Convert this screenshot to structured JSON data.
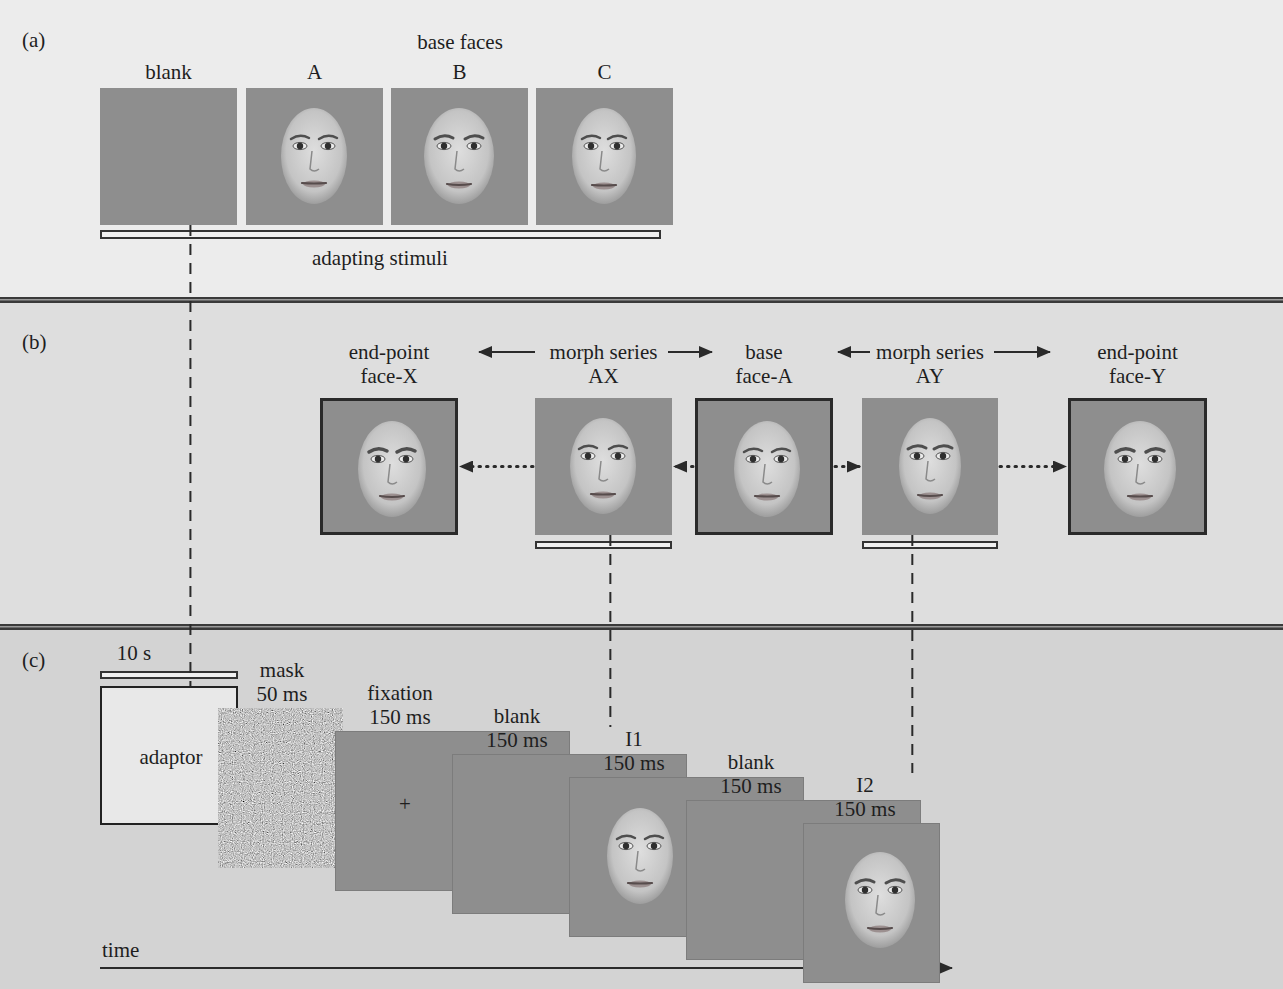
{
  "diagram": {
    "nodes": [
      {
        "text": [
          "blank"
        ]
      },
      {
        "text": [
          "A"
        ]
      },
      {
        "text": [
          "B"
        ]
      },
      {
        "text": [
          "C"
        ]
      },
      {
        "text": [
          "end-point face-X"
        ]
      },
      {
        "text": [
          "morph series",
          "AX"
        ]
      },
      {
        "text": [
          "base face-A"
        ]
      },
      {
        "text": [
          "morph series",
          "AY"
        ]
      },
      {
        "text": [
          "end-point face-Y"
        ]
      },
      {
        "text": [
          "adaptor"
        ]
      },
      {
        "text": [
          "mask",
          "50 ms"
        ]
      },
      {
        "text": [
          "fixation",
          "150 ms",
          "+"
        ]
      },
      {
        "text": [
          "blank",
          "150 ms"
        ]
      },
      {
        "text": [
          "I1",
          "150 ms"
        ]
      },
      {
        "text": [
          "blank",
          "150 ms"
        ]
      },
      {
        "text": [
          "I2",
          "150 ms"
        ]
      }
    ],
    "edges": [
      {
        "from": 6,
        "to": 5,
        "arrow": "to"
      },
      {
        "from": 5,
        "to": 4,
        "arrow": "to"
      },
      {
        "from": 6,
        "to": 7,
        "arrow": "to"
      },
      {
        "from": 7,
        "to": 8,
        "arrow": "to"
      },
      {
        "from": 0,
        "to": 9,
        "arrow": "none"
      },
      {
        "from": 5,
        "to": 13,
        "arrow": "none"
      },
      {
        "from": 7,
        "to": 15,
        "arrow": "none"
      }
    ],
    "labels": [
      "(a)",
      "base faces",
      "adapting stimuli",
      "(b)",
      "(c)",
      "10 s",
      "time"
    ]
  }
}
